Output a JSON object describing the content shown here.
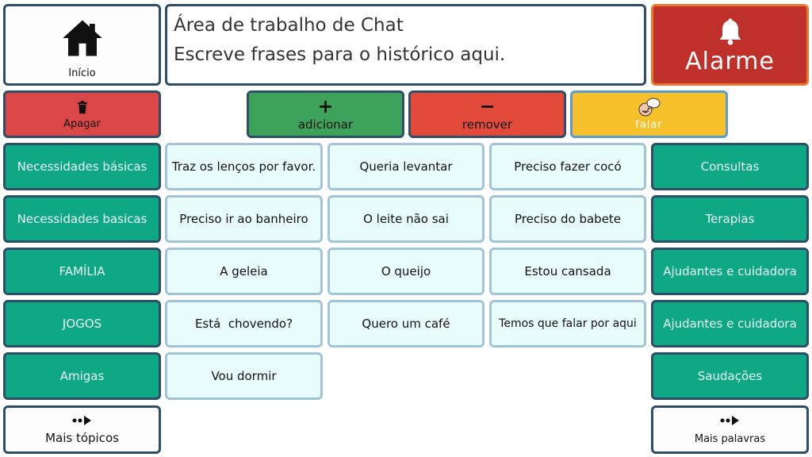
{
  "home": {
    "label": "Início",
    "icon": "home-icon"
  },
  "chat": {
    "line1": "Área de trabalho de Chat",
    "line2": "Escreve frases para o histórico aqui."
  },
  "alarm": {
    "label": "Alarme",
    "icon": "bell-icon"
  },
  "toolbar": {
    "delete_label": "Apagar",
    "delete_icon": "trash-icon",
    "add_symbol": "+",
    "add_label": "adicionar",
    "remove_symbol": "−",
    "remove_label": "remover",
    "speak_label": "falar",
    "speak_icon": "speech-bubble-icon"
  },
  "left_categories": [
    "Necessidades básicas",
    "Necessidades basicas",
    "FAMÍLIA",
    "JOGOS",
    "Amigas"
  ],
  "right_categories": [
    "Consultas",
    "Terapias",
    "Ajudantes e cuidadora",
    "Ajudantes e cuidadora",
    "Saudações"
  ],
  "phrases": [
    [
      "Traz os lenços por favor.",
      "Queria levantar",
      "Preciso fazer cocó"
    ],
    [
      "Preciso ir ao banheiro",
      "O leite não sai",
      "Preciso do babete"
    ],
    [
      "A geleia",
      "O queijo",
      "Estou cansada"
    ],
    [
      "Está  chovendo?",
      "Quero um café",
      "Temos que falar por aqui"
    ],
    [
      "Vou dormir"
    ]
  ],
  "more_topics": {
    "label": "Mais tópicos",
    "icon": "more-arrow-icon"
  },
  "more_words": {
    "label": "Mais palavras",
    "icon": "more-arrow-icon"
  },
  "colors": {
    "alarm": "#c0302b",
    "alarm_border": "#e87a2f",
    "delete": "#db4646",
    "add": "#3ea35a",
    "remove": "#e24a3a",
    "speak": "#f6c12a",
    "category": "#0fa885"
  }
}
